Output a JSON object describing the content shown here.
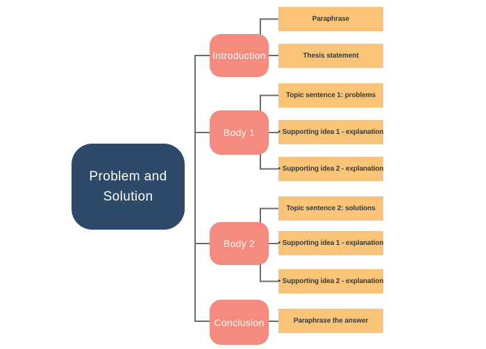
{
  "diagram": {
    "root": {
      "label": "Problem and Solution",
      "label_line1": "Problem and",
      "label_line2": "Solution"
    },
    "branches": [
      {
        "label": "Introduction",
        "children": [
          "Paraphrase",
          "Thesis statement"
        ]
      },
      {
        "label": "Body 1",
        "children": [
          "Topic sentence 1: problems",
          "• Supporting idea 1 - explanation",
          "• Supporting idea 2 - explanation"
        ]
      },
      {
        "label": "Body 2",
        "children": [
          "Topic sentence 2: solutions",
          "• Supporting idea 1 - explanation",
          "• Supporting idea 2 - explanation"
        ]
      },
      {
        "label": "Conclusion",
        "children": [
          "Paraphrase the answer"
        ]
      }
    ],
    "colors": {
      "root_bg": "#2E4A6B",
      "branch_bg": "#F58B7E",
      "leaf_bg": "#F9C478",
      "connector": "#5F6C76",
      "root_text": "#FFFFFF",
      "branch_text": "#FFFFFF",
      "leaf_text": "#3A3A3A",
      "background": "#FFFFFF"
    }
  }
}
